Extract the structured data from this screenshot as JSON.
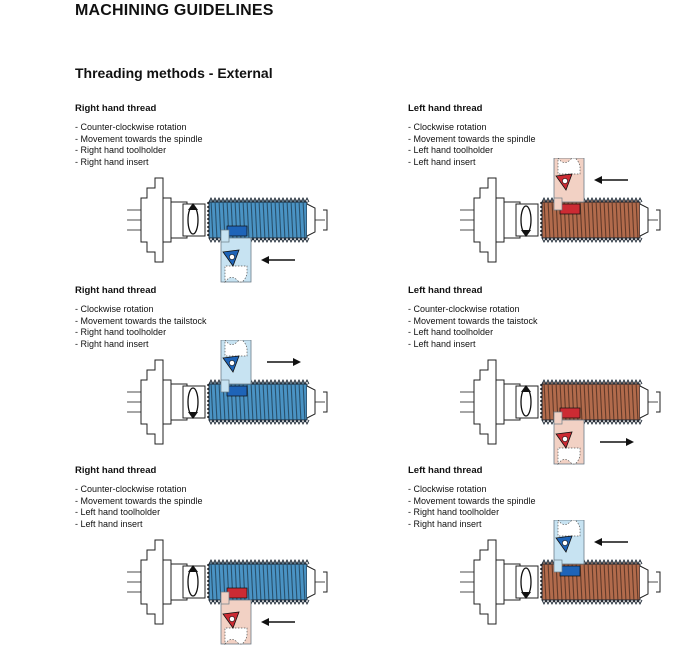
{
  "page_title": "MACHINING GUIDELINES",
  "section_title": "Threading methods - External",
  "panels": [
    {
      "title": "Right hand thread",
      "lines": [
        "Counter-clockwise rotation",
        "Movement towards the spindle",
        "Right hand toolholder",
        "Right hand insert"
      ],
      "workpiece_color": "#4a93c4",
      "holder_color": "#c7e3f2",
      "insert_color": "#1e64b8",
      "holder_position": "below",
      "arrow_direction": "left",
      "rotation_arrow": "up"
    },
    {
      "title": "Left hand thread",
      "lines": [
        "Clockwise rotation",
        "Movement towards the spindle",
        "Left hand toolholder",
        "Left hand insert"
      ],
      "workpiece_color": "#b26b4c",
      "holder_color": "#f2d1c4",
      "insert_color": "#cc2b33",
      "holder_position": "above",
      "arrow_direction": "left",
      "rotation_arrow": "down"
    },
    {
      "title": "Right hand thread",
      "lines": [
        "Clockwise rotation",
        "Movement towards the tailstock",
        "Right hand toolholder",
        "Right hand insert"
      ],
      "workpiece_color": "#4a93c4",
      "holder_color": "#c7e3f2",
      "insert_color": "#1e64b8",
      "holder_position": "above",
      "arrow_direction": "right",
      "rotation_arrow": "down"
    },
    {
      "title": "Left hand thread",
      "lines": [
        "Counter-clockwise rotation",
        "Movement towards the taistock",
        "Left hand toolholder",
        "Left hand insert"
      ],
      "workpiece_color": "#b26b4c",
      "holder_color": "#f2d1c4",
      "insert_color": "#cc2b33",
      "holder_position": "below",
      "arrow_direction": "right",
      "rotation_arrow": "up"
    },
    {
      "title": "Right hand thread",
      "lines": [
        "Counter-clockwise rotation",
        "Movement towards the spindle",
        "Left hand toolholder",
        "Left hand insert"
      ],
      "workpiece_color": "#4a93c4",
      "holder_color": "#f2d1c4",
      "insert_color": "#cc2b33",
      "holder_position": "below",
      "arrow_direction": "left",
      "rotation_arrow": "up"
    },
    {
      "title": "Left hand thread",
      "lines": [
        "Clockwise rotation",
        "Movement towards the spindle",
        "Right hand toolholder",
        "Right hand insert"
      ],
      "workpiece_color": "#b26b4c",
      "holder_color": "#c7e3f2",
      "insert_color": "#1e64b8",
      "holder_position": "above",
      "arrow_direction": "left",
      "rotation_arrow": "down"
    }
  ]
}
